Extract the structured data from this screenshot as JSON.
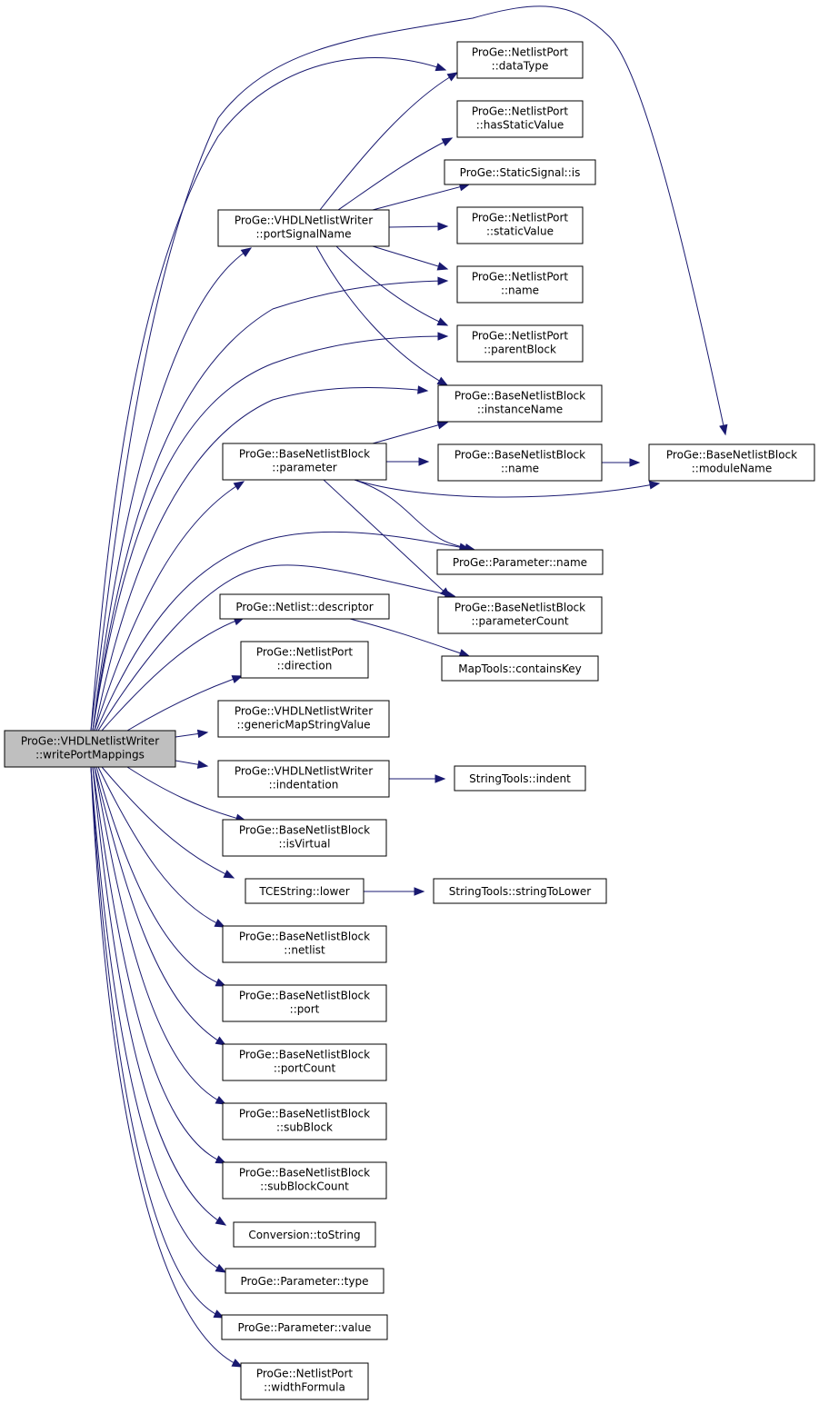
{
  "graph": {
    "nodes": [
      {
        "id": "root",
        "lines": [
          "ProGe::VHDLNetlistWriter",
          "::writePortMappings"
        ]
      },
      {
        "id": "n_dataType",
        "lines": [
          "ProGe::NetlistPort",
          "::dataType"
        ]
      },
      {
        "id": "n_hasStaticValue",
        "lines": [
          "ProGe::NetlistPort",
          "::hasStaticValue"
        ]
      },
      {
        "id": "n_ssis",
        "lines": [
          "ProGe::StaticSignal::is"
        ]
      },
      {
        "id": "n_portSignalName",
        "lines": [
          "ProGe::VHDLNetlistWriter",
          "::portSignalName"
        ]
      },
      {
        "id": "n_staticValue",
        "lines": [
          "ProGe::NetlistPort",
          "::staticValue"
        ]
      },
      {
        "id": "n_npname",
        "lines": [
          "ProGe::NetlistPort",
          "::name"
        ]
      },
      {
        "id": "n_parentBlock",
        "lines": [
          "ProGe::NetlistPort",
          "::parentBlock"
        ]
      },
      {
        "id": "n_instanceName",
        "lines": [
          "ProGe::BaseNetlistBlock",
          "::instanceName"
        ]
      },
      {
        "id": "n_bparameter",
        "lines": [
          "ProGe::BaseNetlistBlock",
          "::parameter"
        ]
      },
      {
        "id": "n_bname",
        "lines": [
          "ProGe::BaseNetlistBlock",
          "::name"
        ]
      },
      {
        "id": "n_moduleName",
        "lines": [
          "ProGe::BaseNetlistBlock",
          "::moduleName"
        ]
      },
      {
        "id": "n_pname",
        "lines": [
          "ProGe::Parameter::name"
        ]
      },
      {
        "id": "n_parameterCount",
        "lines": [
          "ProGe::BaseNetlistBlock",
          "::parameterCount"
        ]
      },
      {
        "id": "n_descriptor",
        "lines": [
          "ProGe::Netlist::descriptor"
        ]
      },
      {
        "id": "n_containsKey",
        "lines": [
          "MapTools::containsKey"
        ]
      },
      {
        "id": "n_direction",
        "lines": [
          "ProGe::NetlistPort",
          "::direction"
        ]
      },
      {
        "id": "n_genericMap",
        "lines": [
          "ProGe::VHDLNetlistWriter",
          "::genericMapStringValue"
        ]
      },
      {
        "id": "n_indentation",
        "lines": [
          "ProGe::VHDLNetlistWriter",
          "::indentation"
        ]
      },
      {
        "id": "n_indent",
        "lines": [
          "StringTools::indent"
        ]
      },
      {
        "id": "n_isVirtual",
        "lines": [
          "ProGe::BaseNetlistBlock",
          "::isVirtual"
        ]
      },
      {
        "id": "n_lower",
        "lines": [
          "TCEString::lower"
        ]
      },
      {
        "id": "n_stringToLower",
        "lines": [
          "StringTools::stringToLower"
        ]
      },
      {
        "id": "n_netlist",
        "lines": [
          "ProGe::BaseNetlistBlock",
          "::netlist"
        ]
      },
      {
        "id": "n_port",
        "lines": [
          "ProGe::BaseNetlistBlock",
          "::port"
        ]
      },
      {
        "id": "n_portCount",
        "lines": [
          "ProGe::BaseNetlistBlock",
          "::portCount"
        ]
      },
      {
        "id": "n_subBlock",
        "lines": [
          "ProGe::BaseNetlistBlock",
          "::subBlock"
        ]
      },
      {
        "id": "n_subBlockCount",
        "lines": [
          "ProGe::BaseNetlistBlock",
          "::subBlockCount"
        ]
      },
      {
        "id": "n_toString",
        "lines": [
          "Conversion::toString"
        ]
      },
      {
        "id": "n_ptype",
        "lines": [
          "ProGe::Parameter::type"
        ]
      },
      {
        "id": "n_pvalue",
        "lines": [
          "ProGe::Parameter::value"
        ]
      },
      {
        "id": "n_widthFormula",
        "lines": [
          "ProGe::NetlistPort",
          "::widthFormula"
        ]
      }
    ],
    "edges": [
      [
        "root",
        "n_dataType"
      ],
      [
        "root",
        "n_moduleName"
      ],
      [
        "root",
        "n_portSignalName"
      ],
      [
        "root",
        "n_npname"
      ],
      [
        "root",
        "n_parentBlock"
      ],
      [
        "root",
        "n_instanceName"
      ],
      [
        "root",
        "n_bparameter"
      ],
      [
        "root",
        "n_pname"
      ],
      [
        "root",
        "n_parameterCount"
      ],
      [
        "root",
        "n_descriptor"
      ],
      [
        "root",
        "n_direction"
      ],
      [
        "root",
        "n_genericMap"
      ],
      [
        "root",
        "n_indentation"
      ],
      [
        "root",
        "n_isVirtual"
      ],
      [
        "root",
        "n_lower"
      ],
      [
        "root",
        "n_netlist"
      ],
      [
        "root",
        "n_port"
      ],
      [
        "root",
        "n_portCount"
      ],
      [
        "root",
        "n_subBlock"
      ],
      [
        "root",
        "n_subBlockCount"
      ],
      [
        "root",
        "n_toString"
      ],
      [
        "root",
        "n_ptype"
      ],
      [
        "root",
        "n_pvalue"
      ],
      [
        "root",
        "n_widthFormula"
      ],
      [
        "n_portSignalName",
        "n_dataType"
      ],
      [
        "n_portSignalName",
        "n_hasStaticValue"
      ],
      [
        "n_portSignalName",
        "n_ssis"
      ],
      [
        "n_portSignalName",
        "n_staticValue"
      ],
      [
        "n_portSignalName",
        "n_npname"
      ],
      [
        "n_portSignalName",
        "n_parentBlock"
      ],
      [
        "n_portSignalName",
        "n_instanceName"
      ],
      [
        "n_bparameter",
        "n_instanceName"
      ],
      [
        "n_bparameter",
        "n_bname"
      ],
      [
        "n_bparameter",
        "n_moduleName"
      ],
      [
        "n_bparameter",
        "n_pname"
      ],
      [
        "n_bparameter",
        "n_parameterCount"
      ],
      [
        "n_bname",
        "n_moduleName"
      ],
      [
        "n_descriptor",
        "n_containsKey"
      ],
      [
        "n_indentation",
        "n_indent"
      ],
      [
        "n_lower",
        "n_stringToLower"
      ]
    ]
  },
  "colors": {
    "edge": "#191970",
    "root_fill": "#bfbfbf",
    "node_fill": "#ffffff",
    "node_stroke": "#000000"
  }
}
